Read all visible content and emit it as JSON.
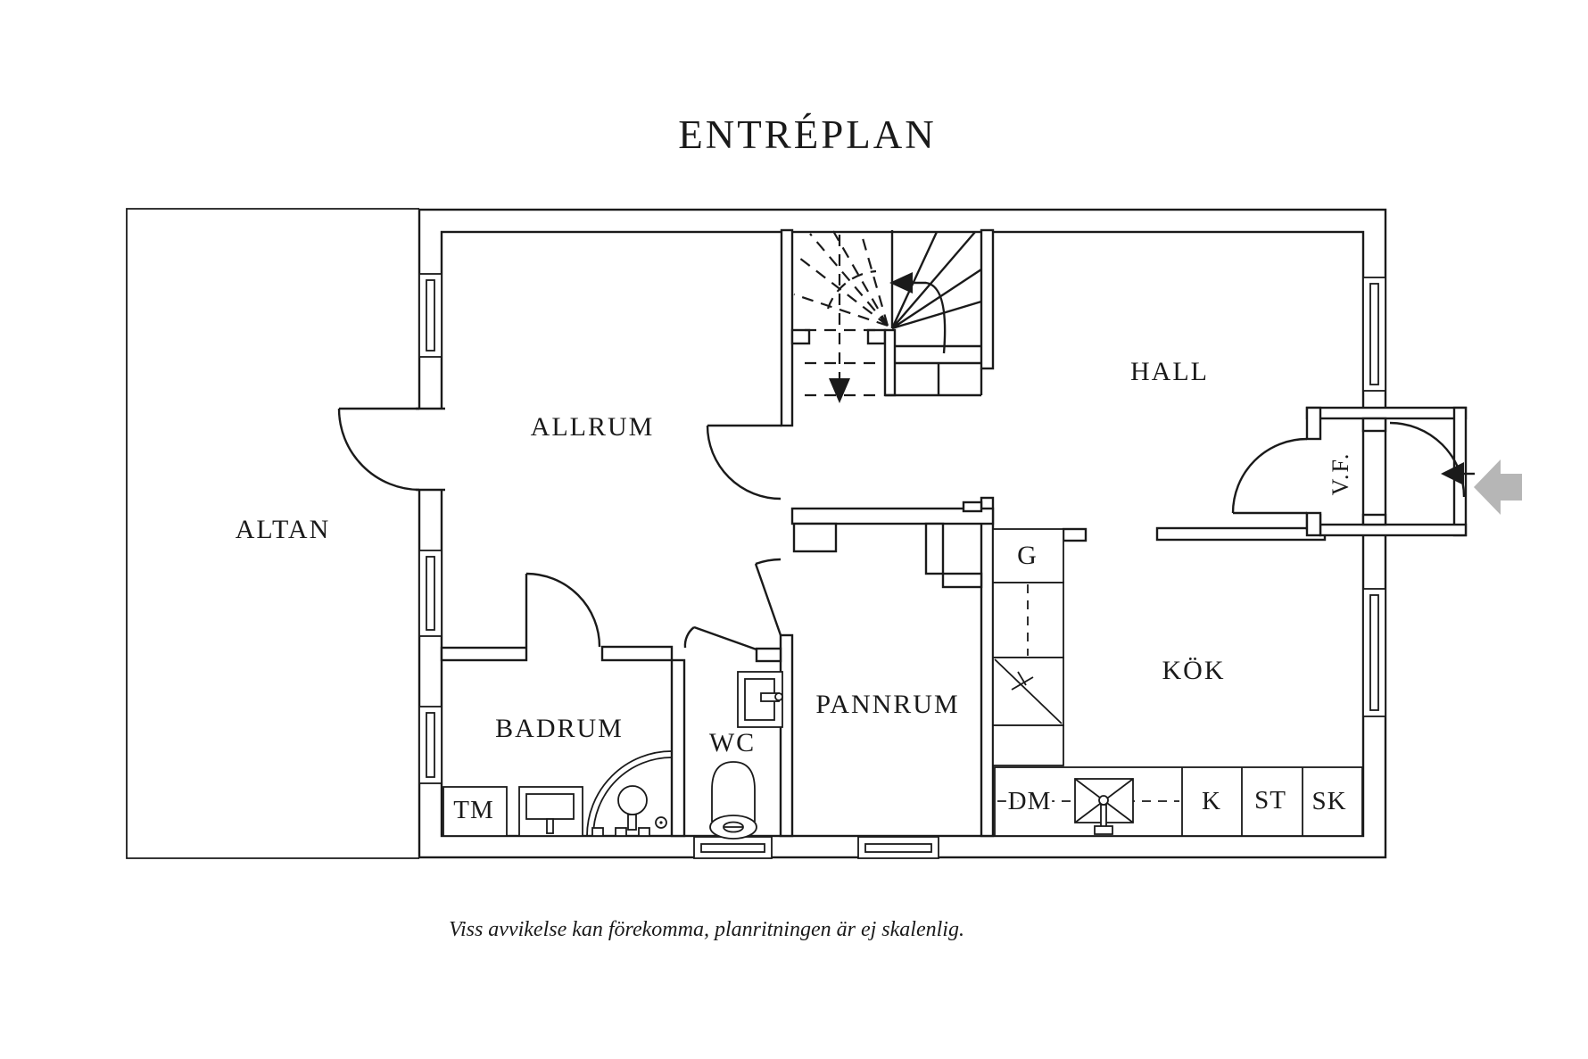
{
  "title": "ENTRÉPLAN",
  "caption": "Viss avvikelse kan förekomma, planritningen är ej skalenlig.",
  "rooms": {
    "altan": "ALTAN",
    "allrum": "ALLRUM",
    "hall": "HALL",
    "vf": "V.F.",
    "badrum": "BADRUM",
    "wc": "WC",
    "pannrum": "PANNRUM",
    "kok": "KÖK",
    "g": "G"
  },
  "fixtures": {
    "tm": "TM",
    "dm": "DM",
    "k": "K",
    "st": "ST",
    "sk": "SK"
  },
  "colors": {
    "line": "#1a1a1a",
    "entry_arrow": "#b6b6b6",
    "background": "#ffffff"
  }
}
